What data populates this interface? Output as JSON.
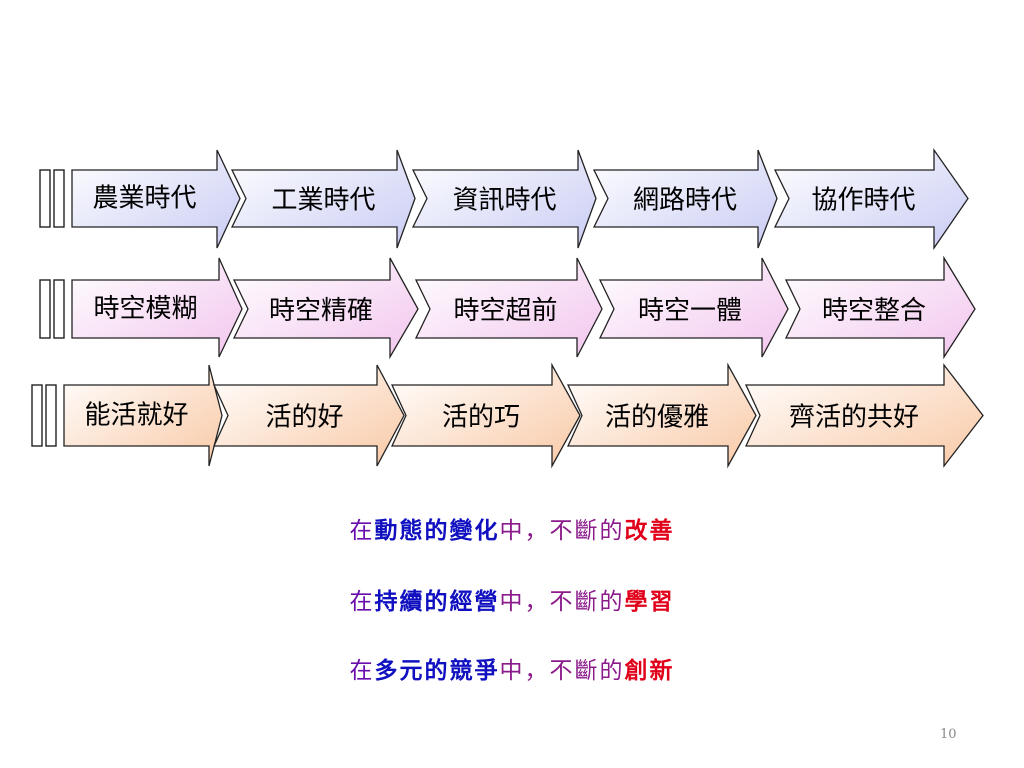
{
  "rows": [
    {
      "theme": "blue",
      "lead": "農業時代",
      "items": [
        "工業時代",
        "資訊時代",
        "網路時代",
        "協作時代"
      ]
    },
    {
      "theme": "pink",
      "lead": "時空模糊",
      "items": [
        "時空精確",
        "時空超前",
        "時空一體",
        "時空整合"
      ]
    },
    {
      "theme": "peach",
      "lead": "能活就好",
      "items": [
        "活的好",
        "活的巧",
        "活的優雅",
        "齊活的共好"
      ]
    }
  ],
  "themes": {
    "blue": {
      "light": "#ffffff",
      "dark": "#c9ccf4"
    },
    "pink": {
      "light": "#ffffff",
      "dark": "#f2c6ee"
    },
    "peach": {
      "light": "#ffffff",
      "dark": "#f9c9a6"
    }
  },
  "statements": [
    {
      "pre": "在",
      "key": "動態的變化",
      "mid": "中，不斷的",
      "result": "改善"
    },
    {
      "pre": "在",
      "key": "持續的經營",
      "mid": "中，不斷的",
      "result": "學習"
    },
    {
      "pre": "在",
      "key": "多元的競爭",
      "mid": "中，不斷的",
      "result": "創新"
    }
  ],
  "page_number": "10"
}
